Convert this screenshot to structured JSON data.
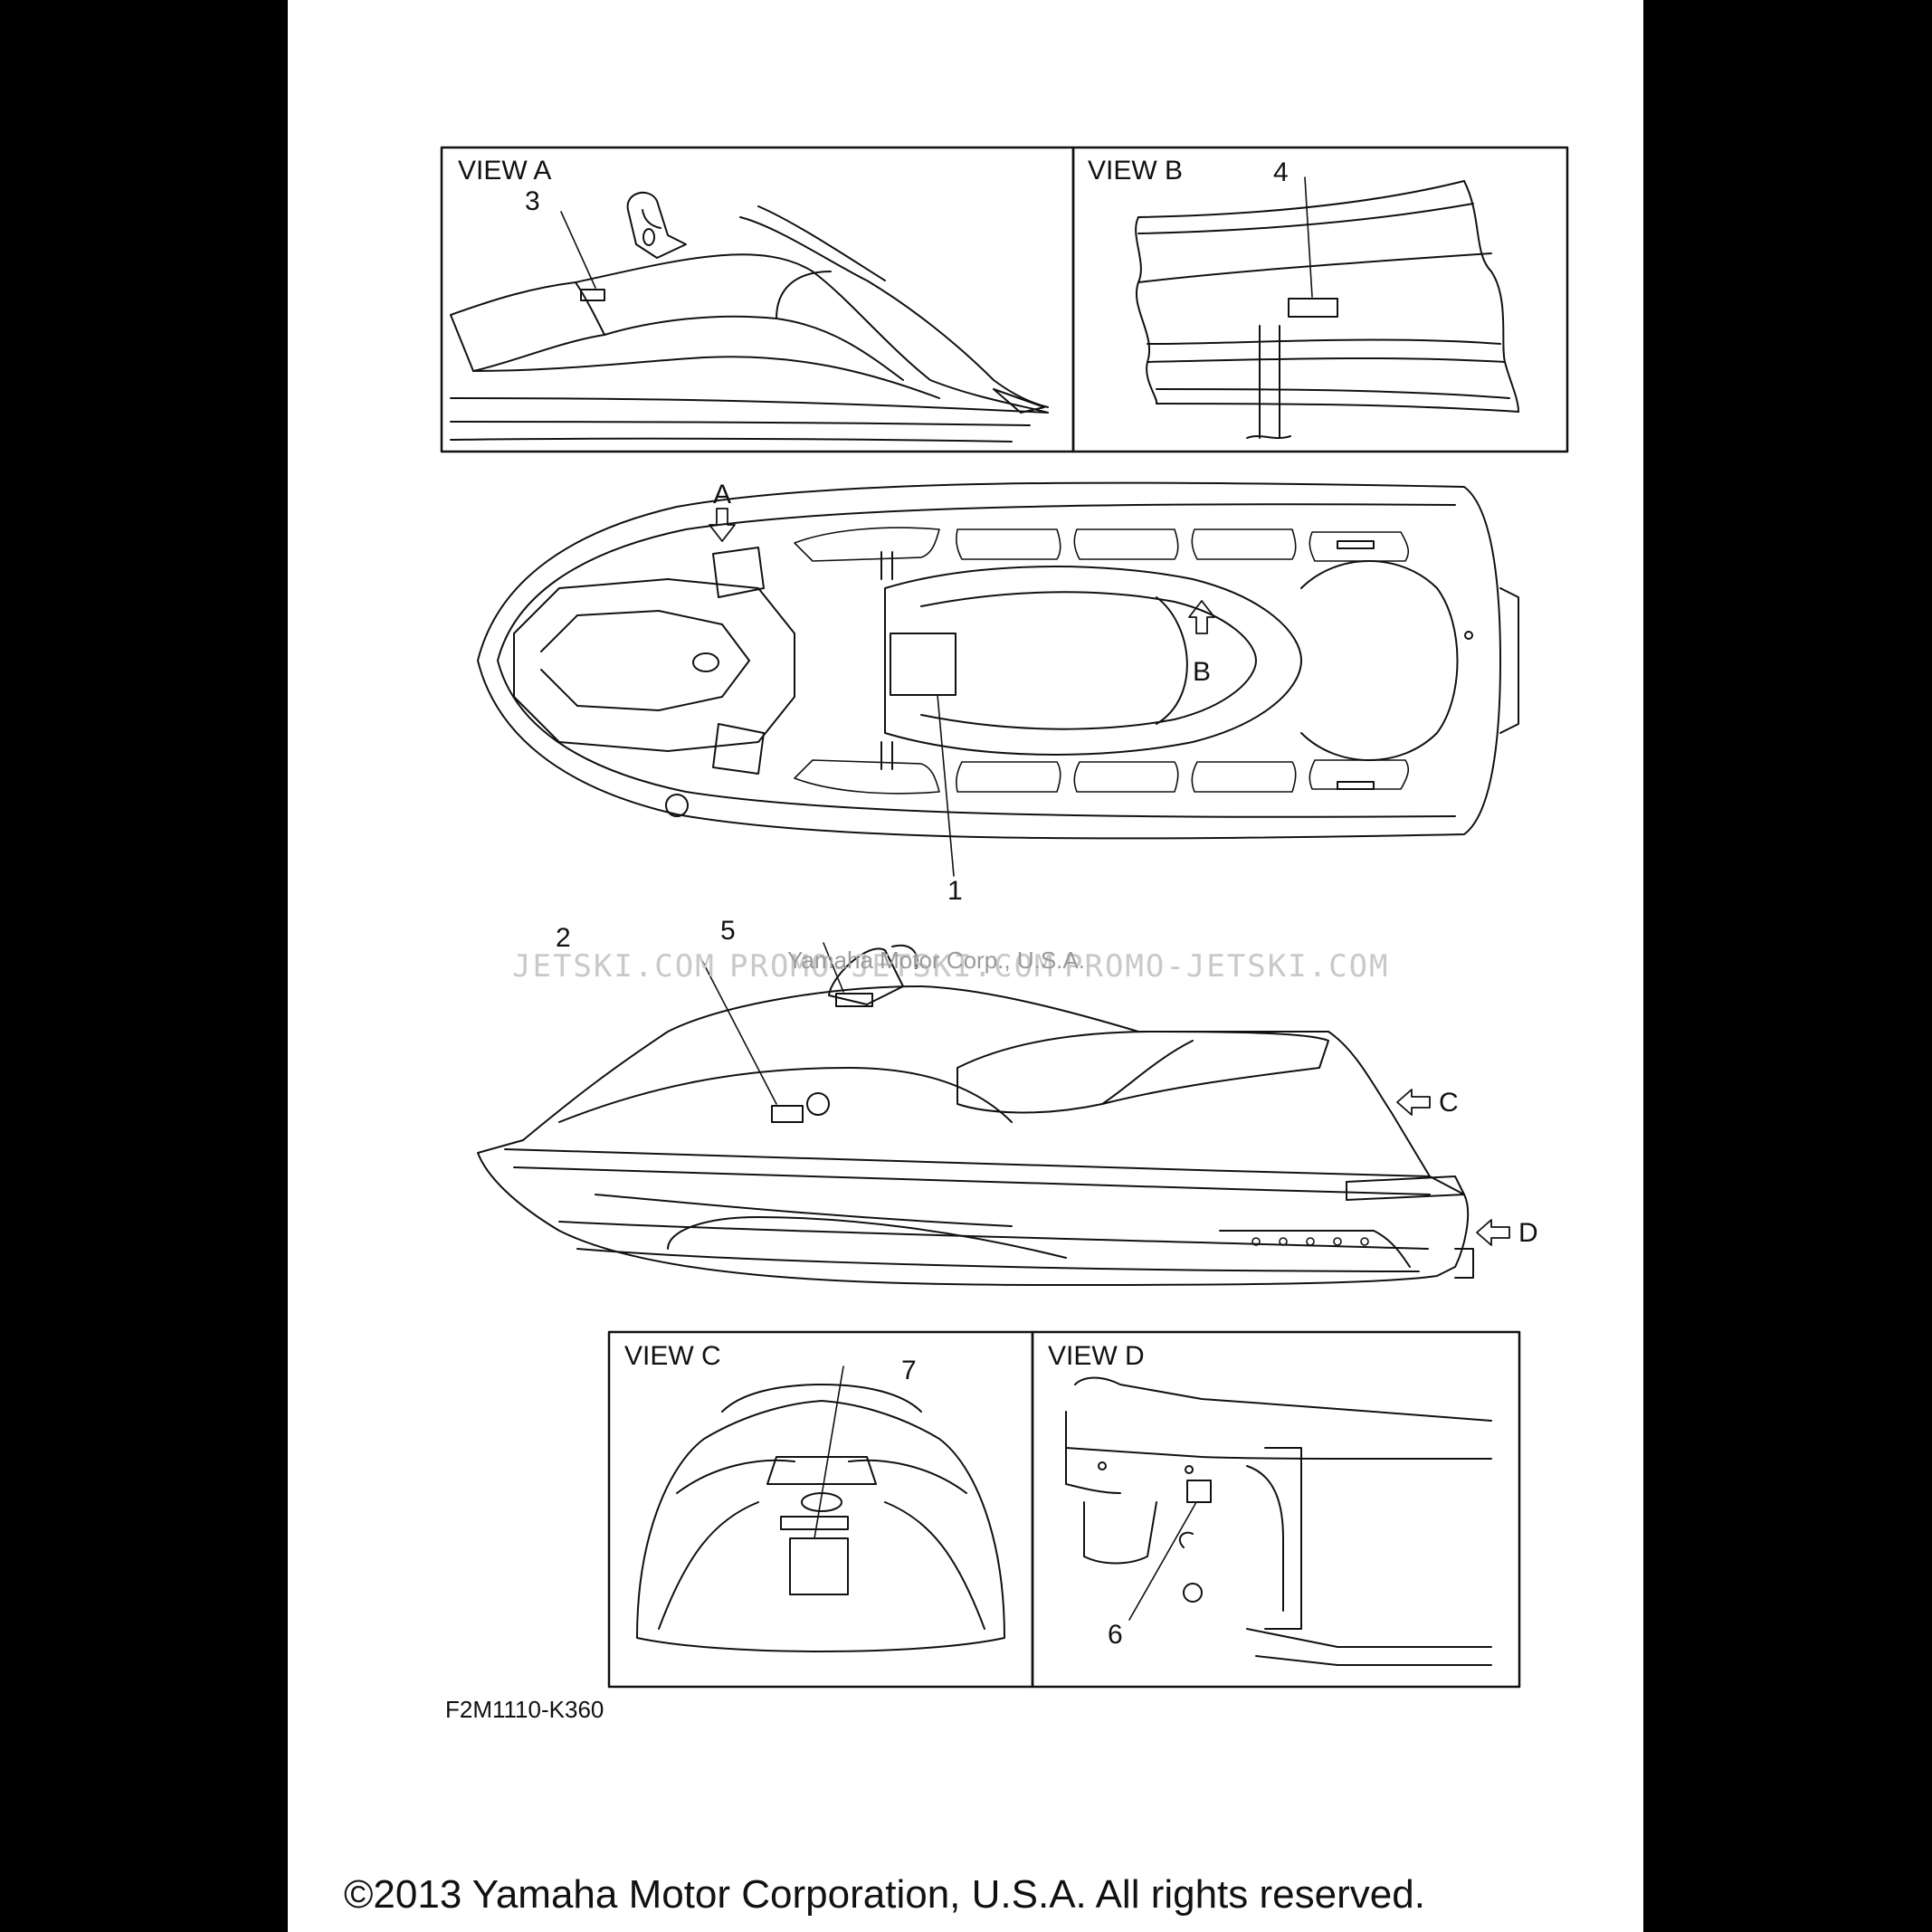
{
  "views": {
    "a": {
      "title": "VIEW A"
    },
    "b": {
      "title": "VIEW B"
    },
    "c": {
      "title": "VIEW C"
    },
    "d": {
      "title": "VIEW D"
    }
  },
  "direction_arrows": {
    "a": "A",
    "b": "B",
    "c": "C",
    "d": "D"
  },
  "callouts": [
    "1",
    "2",
    "3",
    "4",
    "5",
    "6",
    "7"
  ],
  "diagram_code": "F2M1110-K360",
  "watermarks": {
    "left": "JETSKI.COM",
    "middle": "PROMO-JETSKI.COM",
    "right": "PROMO-JETSKI.COM",
    "overlay": "Yamaha Motor Corp., U.S.A."
  },
  "copyright": "©2013 Yamaha Motor Corporation, U.S.A. All rights reserved.",
  "colors": {
    "background": "#000000",
    "sheet": "#ffffff",
    "ink": "#111111",
    "watermark": "#c9c9c9"
  }
}
